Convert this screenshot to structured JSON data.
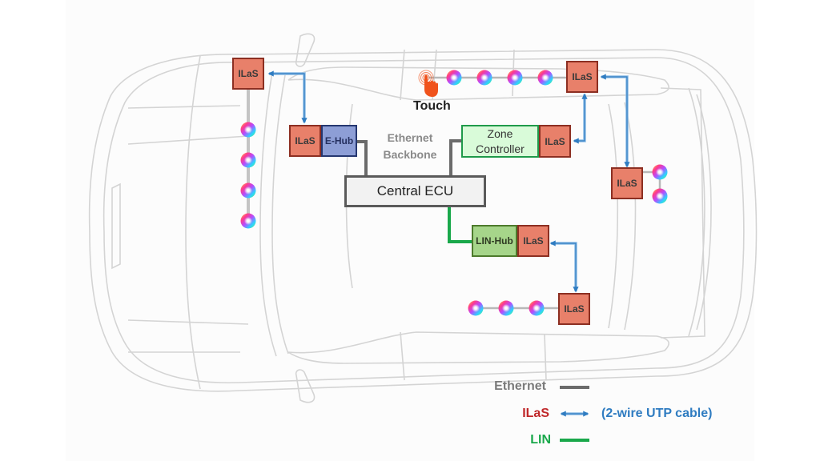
{
  "diagram": {
    "title": "Automotive ambient lighting network architecture",
    "nodes": {
      "central_ecu": "Central ECU",
      "ehub": "E-Hub",
      "zone_controller": [
        "Zone",
        "Controller"
      ],
      "lin_hub": "LIN-Hub",
      "ilas": "ILaS"
    },
    "labels": {
      "ethernet_backbone": [
        "Ethernet",
        "Backbone"
      ],
      "touch": "Touch"
    },
    "led_groups": [
      {
        "location": "front-left pillar",
        "count": 4,
        "controller": "ILaS (front-left)"
      },
      {
        "location": "left door top",
        "count": 4,
        "controller": "ILaS (left door)"
      },
      {
        "location": "rear",
        "count": 2,
        "controller": "ILaS (rear)"
      },
      {
        "location": "right door bottom",
        "count": 3,
        "controller": "ILaS (right door)"
      }
    ],
    "connections": [
      {
        "from": "Central ECU",
        "to": "E-Hub",
        "type": "Ethernet"
      },
      {
        "from": "Central ECU",
        "to": "Zone Controller",
        "type": "Ethernet"
      },
      {
        "from": "Central ECU",
        "to": "LIN-Hub",
        "type": "LIN"
      },
      {
        "from": "ILaS (E-Hub)",
        "to": "ILaS (front-left)",
        "type": "ILaS"
      },
      {
        "from": "ILaS (Zone Controller)",
        "to": "ILaS (left door)",
        "type": "ILaS"
      },
      {
        "from": "ILaS (left door)",
        "to": "ILaS (rear)",
        "type": "ILaS"
      },
      {
        "from": "ILaS (LIN-Hub)",
        "to": "ILaS (right door)",
        "type": "ILaS"
      }
    ]
  },
  "legend": {
    "ethernet": {
      "label": "Ethernet",
      "color": "#6b6b6b"
    },
    "ilas": {
      "label": "ILaS",
      "note": "(2-wire UTP cable)",
      "color": "#c0282a",
      "line_color": "#2f7cc1"
    },
    "lin": {
      "label": "LIN",
      "color": "#1aa84b"
    }
  },
  "colors": {
    "ilas_fill": "#e8806a",
    "ehub_fill": "#8d9ed6",
    "zone_fill": "#d9fbd9",
    "linhub_fill": "#a6d58a",
    "ecu_fill": "#f2f2f2",
    "touch_icon": "#f0531c"
  }
}
